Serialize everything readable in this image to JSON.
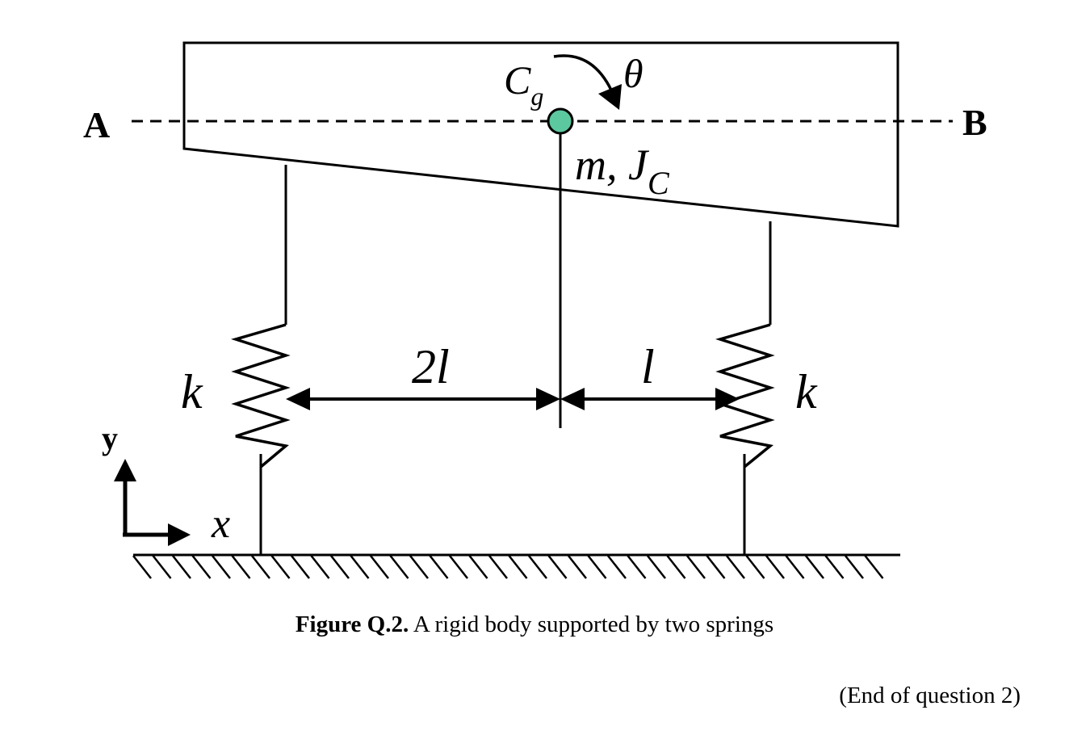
{
  "labels": {
    "point_a": "A",
    "point_b": "B",
    "cg_main": "C",
    "cg_sub": "g",
    "theta": "θ",
    "mass_main": "m, J",
    "mass_sub": "C",
    "spring_left": "k",
    "spring_right": "k",
    "dist_left": "2l",
    "dist_right": "l",
    "axis_y": "y",
    "axis_x": "x"
  },
  "caption": {
    "bold": "Figure Q.2.",
    "text": " A rigid body supported by two springs"
  },
  "end_note": "(End of question 2)",
  "colors": {
    "cg_dot_fill": "#5cc8a0",
    "stroke": "#000000"
  }
}
